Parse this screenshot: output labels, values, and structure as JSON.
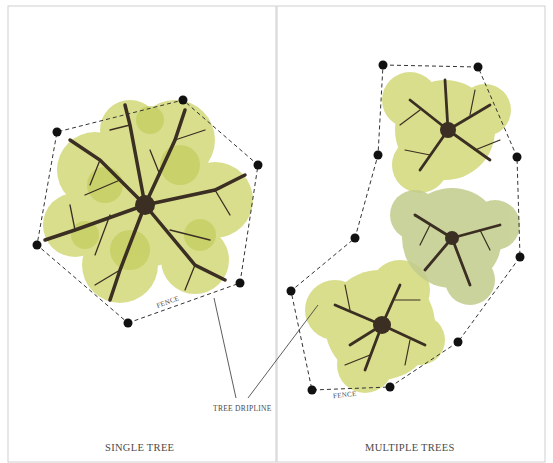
{
  "diagram": {
    "labels": [
      "FENCE",
      "TREE DRIPLINE",
      "FENCE",
      "SINGLE TREE",
      "MULTIPLE TREES"
    ]
  }
}
